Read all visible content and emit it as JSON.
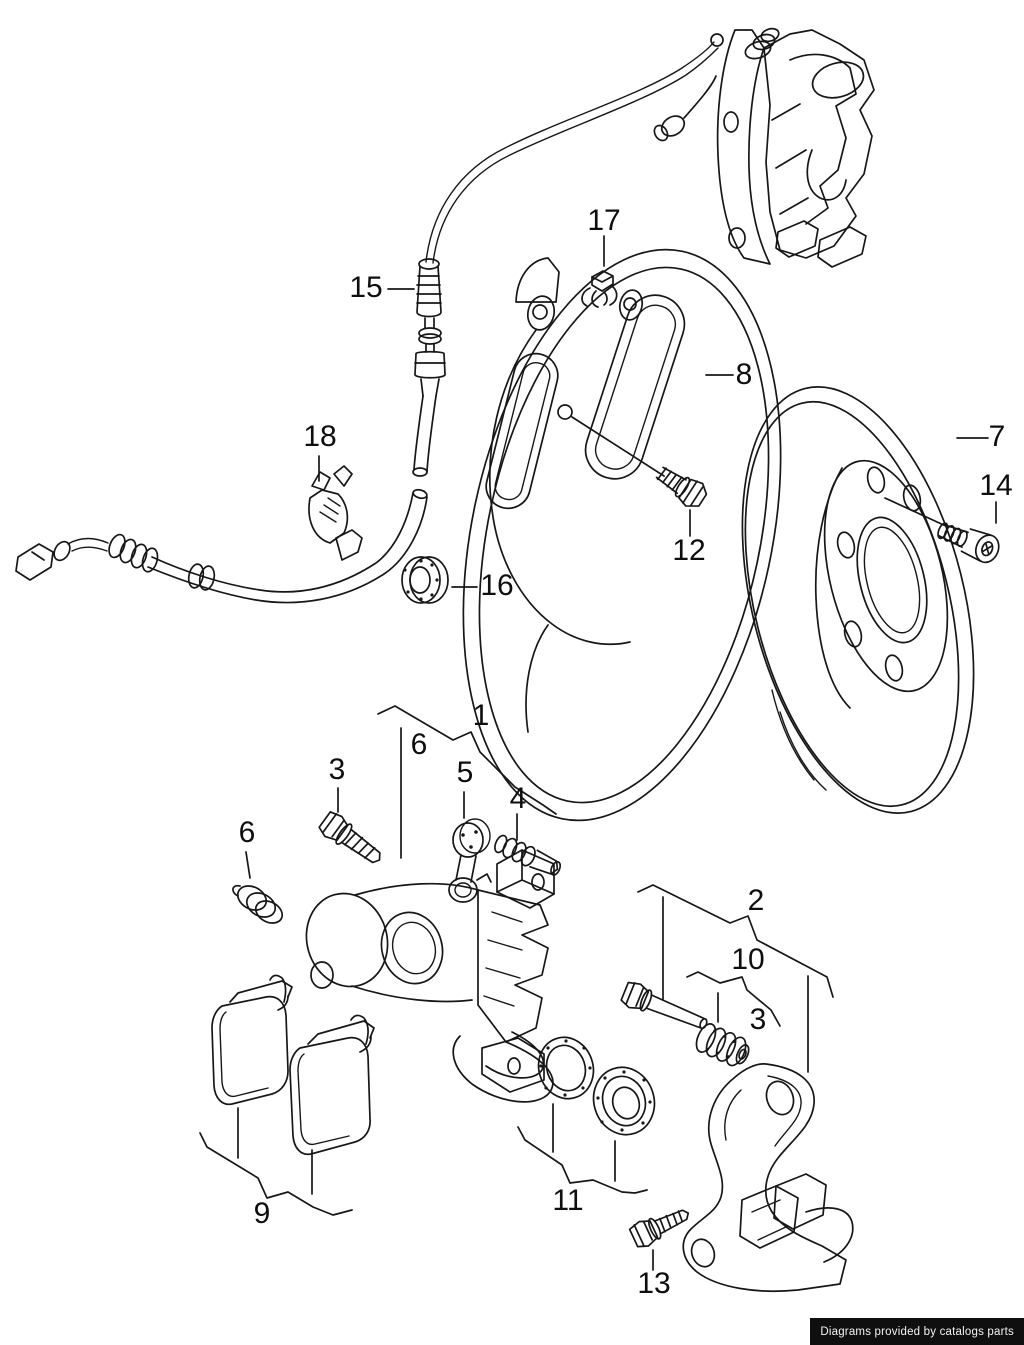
{
  "page": {
    "background": "#ffffff",
    "line_color": "#171717"
  },
  "diagram": {
    "callouts": [
      "17",
      "15",
      "8",
      "7",
      "14",
      "12",
      "16",
      "18",
      "1",
      "6",
      "3",
      "5",
      "4",
      "6",
      "2",
      "10",
      "3",
      "9",
      "11",
      "13"
    ]
  },
  "badge": {
    "text": "Diagrams provided by catalogs parts",
    "background": "#0f0f0f",
    "color": "#f3f3f3"
  }
}
